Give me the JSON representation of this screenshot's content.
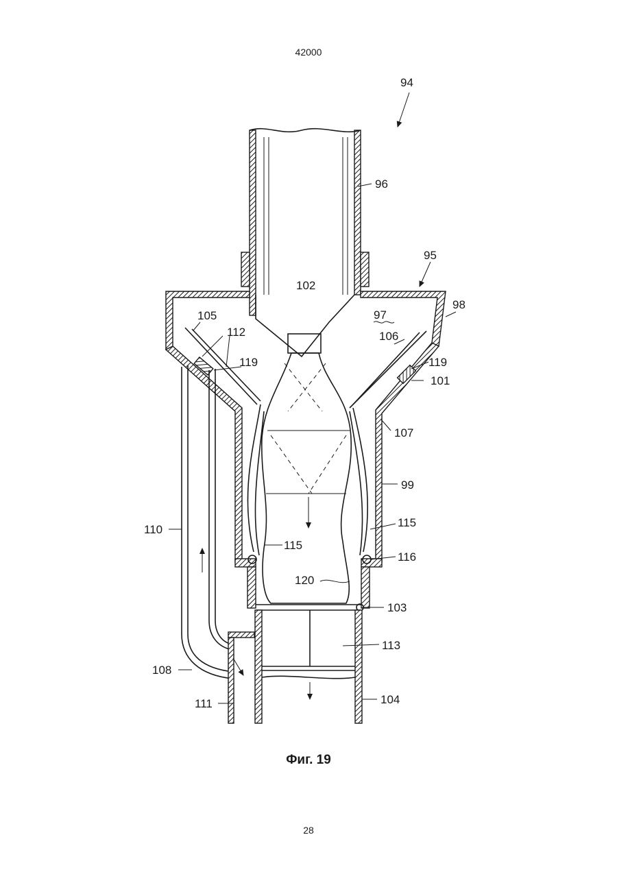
{
  "header": {
    "doc_number": "42000"
  },
  "figure": {
    "caption": "Фиг. 19",
    "labels": {
      "l94": "94",
      "l96": "96",
      "l95": "95",
      "l102": "102",
      "l98": "98",
      "l97": "97",
      "l105": "105",
      "l106": "106",
      "l112": "112",
      "l119a": "119",
      "l119b": "119",
      "l101": "101",
      "l107": "107",
      "l99": "99",
      "l110": "110",
      "l115a": "115",
      "l115b": "115",
      "l116": "116",
      "l120": "120",
      "l103": "103",
      "l113": "113",
      "l108": "108",
      "l111": "111",
      "l104": "104"
    }
  },
  "footer": {
    "page_number": "28"
  }
}
